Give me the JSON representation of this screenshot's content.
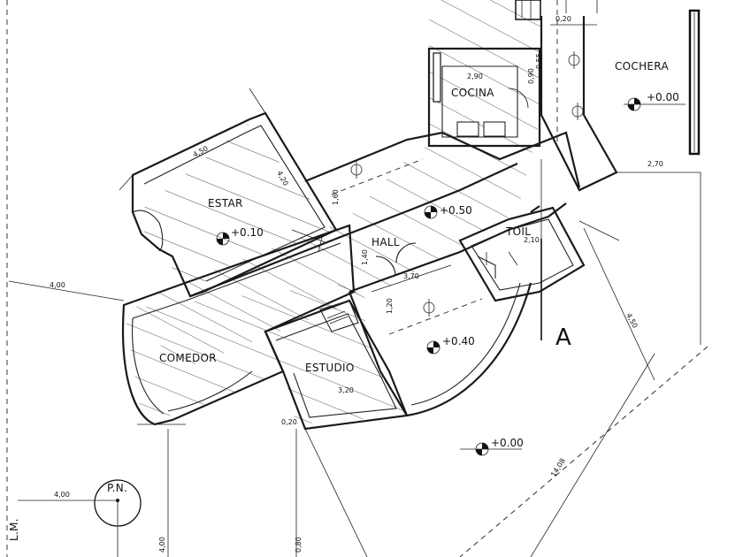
{
  "rooms": {
    "cochera": "COCHERA",
    "cocina": "COCINA",
    "estar": "ESTAR",
    "hall": "HALL",
    "toil": "TOIL",
    "comedor": "COMEDOR",
    "estudio": "ESTUDIO"
  },
  "levels": {
    "cochera": "+0.00",
    "estar": "+0.10",
    "hall": "+0.50",
    "hall_lower": "+0.40",
    "garden": "+0.00"
  },
  "dimensions": {
    "d_020_top": "0,20",
    "d_290": "2,90",
    "d_090": "0,90",
    "d_055": "0,55",
    "d_450": "4,50",
    "d_420": "4,20",
    "d_270": "2,70",
    "d_400a": "4,00",
    "d_400b": "4,00",
    "d_400c": "4,00",
    "d_370": "3,70",
    "d_320": "3,20",
    "d_210": "2,10",
    "d_160": "1,60",
    "d_140": "1,40",
    "d_120": "1,20",
    "d_450b": "4,50",
    "d_1408": "14,08",
    "d_080": "0,80",
    "d_020": "0,20"
  },
  "labels": {
    "section": "A",
    "north": "P.N.",
    "property_line": "L.M."
  }
}
